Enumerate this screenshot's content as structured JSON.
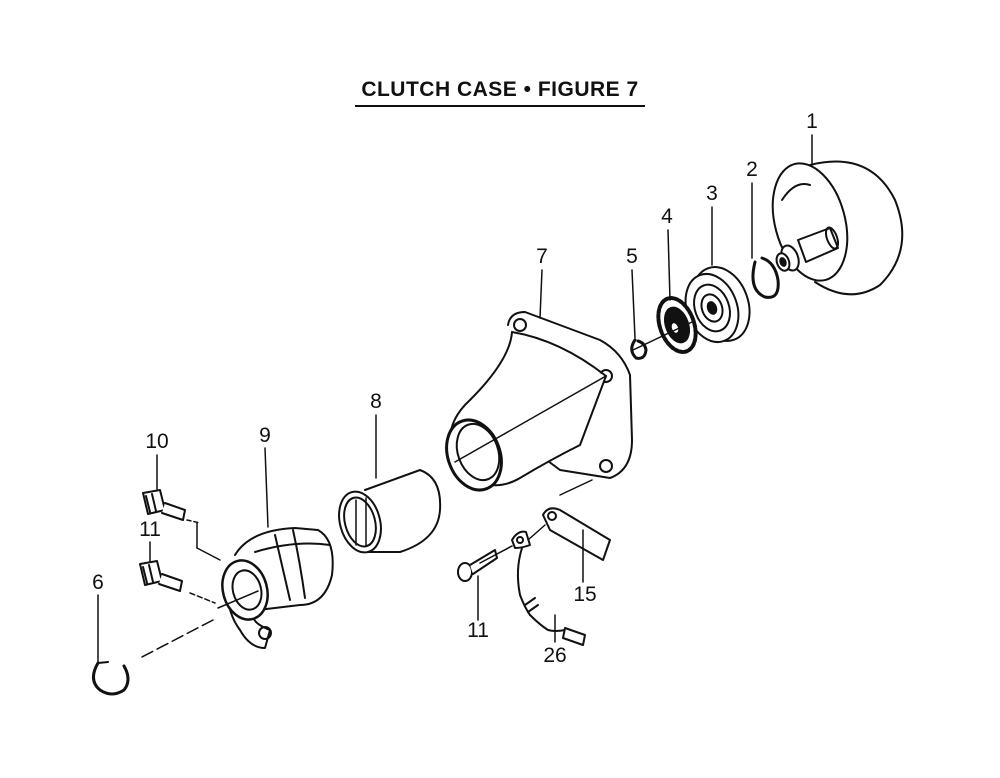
{
  "title": "CLUTCH CASE  •  FIGURE  7",
  "callouts": [
    "1",
    "2",
    "3",
    "4",
    "5",
    "7",
    "8",
    "9",
    "10",
    "11",
    "6",
    "11",
    "15",
    "26"
  ],
  "colors": {
    "ink": "#111111",
    "paper": "#ffffff"
  }
}
